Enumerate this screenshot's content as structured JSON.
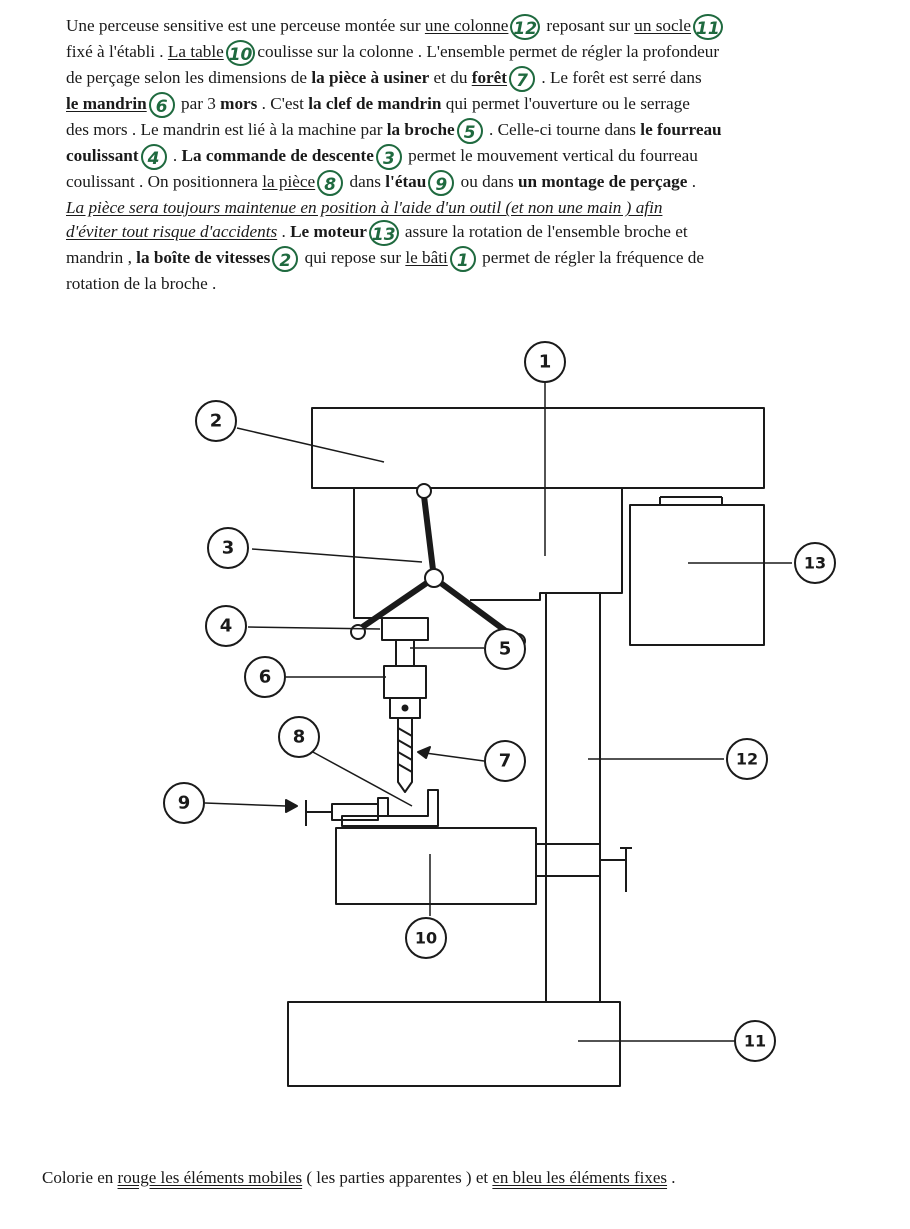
{
  "paragraph": {
    "l1_a": "Une perceuse sensitive est une perceuse montée sur ",
    "l1_b": "une colonne",
    "l1_n1": "12",
    "l1_c": " reposant sur ",
    "l1_d": "un socle",
    "l1_n2": "11",
    "l2_a": "fixé à l'établi . ",
    "l2_b": "La table",
    "l2_n": "10",
    "l2_c": "coulisse sur la colonne . L'ensemble permet de régler la profondeur",
    "l3_a": "de perçage selon les dimensions de ",
    "l3_b": "la pièce à usiner",
    "l3_c": " et du ",
    "l3_d": "forêt",
    "l3_n": "7",
    "l3_e": " . Le forêt est serré dans",
    "l4_a": "le mandrin",
    "l4_n": "6",
    "l4_b": " par 3 ",
    "l4_c": "mors",
    "l4_d": " . C'est ",
    "l4_e": "la clef de mandrin",
    "l4_f": " qui permet l'ouverture ou le serrage",
    "l5_a": "des mors . Le mandrin est lié à la machine par ",
    "l5_b": "la broche",
    "l5_n": "5",
    "l5_c": " . Celle-ci tourne dans ",
    "l5_d": "le fourreau",
    "l6_a": "coulissant",
    "l6_n1": "4",
    "l6_b": " . ",
    "l6_c": "La commande de descente",
    "l6_n2": "3",
    "l6_d": " permet le mouvement vertical du fourreau",
    "l7_a": "coulissant . On positionnera ",
    "l7_b": "la pièce",
    "l7_n1": "8",
    "l7_c": " dans ",
    "l7_d": "l'étau",
    "l7_n2": "9",
    "l7_e": " ou dans ",
    "l7_f": "un montage de perçage",
    "l7_g": " .",
    "l8": "La pièce sera toujours maintenue en position à l'aide d'un outil (et non une main ) afin",
    "l9_a": "d'éviter tout risque d'accidents",
    "l9_b": " . ",
    "l9_c": "Le moteur",
    "l9_n": "13",
    "l9_d": " assure la rotation de l'ensemble broche et",
    "l10_a": "mandrin , ",
    "l10_b": "la boîte de vitesses",
    "l10_n1": "2",
    "l10_c": " qui repose sur ",
    "l10_d": "le bâti",
    "l10_n2": "1",
    "l10_e": " permet de régler la fréquence de",
    "l11": "rotation de la broche ."
  },
  "diagram_labels": {
    "n1": "1",
    "n2": "2",
    "n3": "3",
    "n4": "4",
    "n5": "5",
    "n6": "6",
    "n7": "7",
    "n8": "8",
    "n9": "9",
    "n10": "10",
    "n11": "11",
    "n12": "12",
    "n13": "13"
  },
  "footer": {
    "a": "Colorie en ",
    "b": "rouge les éléments mobiles",
    "c": " ( les parties apparentes ) et ",
    "d": "en bleu les éléments fixes",
    "e": " ."
  },
  "colors": {
    "ink": "#1a1a1a",
    "annotation_green": "#1f6a3f"
  }
}
